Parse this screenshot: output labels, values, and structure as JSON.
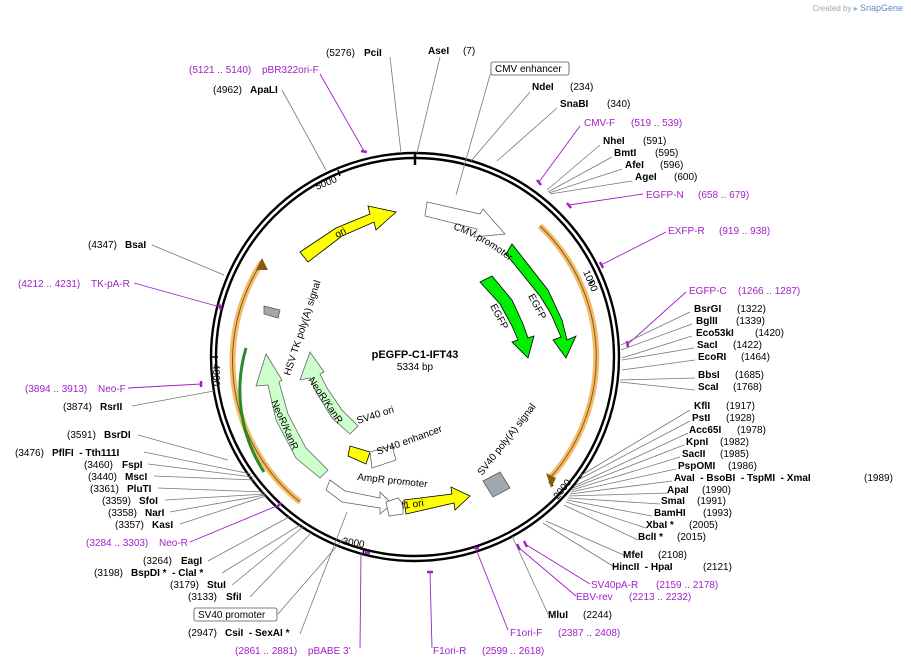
{
  "brand": {
    "created_by": "Created by",
    "name": "SnapGene"
  },
  "plasmid": {
    "name": "pEGFP-C1-IFT43",
    "size_label": "5334 bp",
    "length": 5334
  },
  "ruler_ticks": [
    {
      "label": "1000",
      "pos": 1000
    },
    {
      "label": "2000",
      "pos": 2000
    },
    {
      "label": "3000",
      "pos": 3000
    },
    {
      "label": "4000",
      "pos": 4000
    },
    {
      "label": "5000",
      "pos": 5000
    }
  ],
  "features": [
    {
      "name": "CMV enhancer",
      "text": "CMV enhancer"
    },
    {
      "name": "CMV promoter",
      "text": "CMV promoter"
    },
    {
      "name": "EGFP",
      "text": "EGFP"
    },
    {
      "name": "EGFP-inner",
      "text": "EGFP"
    },
    {
      "name": "SV40 poly(A) signal",
      "text": "SV40 poly(A) signal"
    },
    {
      "name": "f1 ori",
      "text": "f1 ori"
    },
    {
      "name": "AmpR promoter",
      "text": "AmpR promoter"
    },
    {
      "name": "SV40 enhancer",
      "text": "SV40 enhancer"
    },
    {
      "name": "SV40 ori",
      "text": "SV40 ori"
    },
    {
      "name": "NeoR/KanR",
      "text": "NeoR/KanR"
    },
    {
      "name": "NeoR/KanR-inner",
      "text": "NeoR/KanR"
    },
    {
      "name": "HSV TK poly(A) signal",
      "text": "HSV TK poly(A) signal"
    },
    {
      "name": "ori",
      "text": "ori"
    },
    {
      "name": "SV40 promoter",
      "text": "SV40 promoter"
    }
  ],
  "labels": [
    {
      "pos": "(5276)",
      "name": "PciI",
      "type": "enzyme"
    },
    {
      "pos": "(7)",
      "name": "AseI",
      "type": "enzyme"
    },
    {
      "pos": "",
      "name": "CMV enhancer",
      "type": "feature"
    },
    {
      "pos": "(234)",
      "name": "NdeI",
      "type": "enzyme"
    },
    {
      "pos": "(340)",
      "name": "SnaBI",
      "type": "enzyme"
    },
    {
      "pos": "(519 .. 539)",
      "name": "CMV-F",
      "type": "primer"
    },
    {
      "pos": "(591)",
      "name": "NheI",
      "type": "enzyme"
    },
    {
      "pos": "(595)",
      "name": "BmtI",
      "type": "enzyme"
    },
    {
      "pos": "(596)",
      "name": "AfeI",
      "type": "enzyme"
    },
    {
      "pos": "(600)",
      "name": "AgeI",
      "type": "enzyme"
    },
    {
      "pos": "(658 .. 679)",
      "name": "EGFP-N",
      "type": "primer"
    },
    {
      "pos": "(919 .. 938)",
      "name": "EXFP-R",
      "type": "primer"
    },
    {
      "pos": "(1266 .. 1287)",
      "name": "EGFP-C",
      "type": "primer"
    },
    {
      "pos": "(1322)",
      "name": "BsrGI",
      "type": "enzyme"
    },
    {
      "pos": "(1339)",
      "name": "BglII",
      "type": "enzyme"
    },
    {
      "pos": "(1420)",
      "name": "Eco53kI",
      "type": "enzyme"
    },
    {
      "pos": "(1422)",
      "name": "SacI",
      "type": "enzyme"
    },
    {
      "pos": "(1464)",
      "name": "EcoRI",
      "type": "enzyme"
    },
    {
      "pos": "(1685)",
      "name": "BbsI",
      "type": "enzyme"
    },
    {
      "pos": "(1768)",
      "name": "ScaI",
      "type": "enzyme"
    },
    {
      "pos": "(1917)",
      "name": "KflI",
      "type": "enzyme"
    },
    {
      "pos": "(1928)",
      "name": "PstI",
      "type": "enzyme"
    },
    {
      "pos": "(1978)",
      "name": "Acc65I",
      "type": "enzyme"
    },
    {
      "pos": "(1982)",
      "name": "KpnI",
      "type": "enzyme"
    },
    {
      "pos": "(1985)",
      "name": "SacII",
      "type": "enzyme"
    },
    {
      "pos": "(1986)",
      "name": "PspOMI",
      "type": "enzyme"
    },
    {
      "pos": "(1989)",
      "name": "AvaI  - BsoBI  - TspMI  - XmaI",
      "type": "enzyme"
    },
    {
      "pos": "(1990)",
      "name": "ApaI",
      "type": "enzyme"
    },
    {
      "pos": "(1991)",
      "name": "SmaI",
      "type": "enzyme"
    },
    {
      "pos": "(1993)",
      "name": "BamHI",
      "type": "enzyme"
    },
    {
      "pos": "(2005)",
      "name": "XbaI *",
      "type": "enzyme"
    },
    {
      "pos": "(2015)",
      "name": "BclI *",
      "type": "enzyme"
    },
    {
      "pos": "(2108)",
      "name": "MfeI",
      "type": "enzyme"
    },
    {
      "pos": "(2121)",
      "name": "HincII  - HpaI",
      "type": "enzyme"
    },
    {
      "pos": "(2159 .. 2178)",
      "name": "SV40pA-R",
      "type": "primer"
    },
    {
      "pos": "(2213 .. 2232)",
      "name": "EBV-rev",
      "type": "primer"
    },
    {
      "pos": "(2244)",
      "name": "MluI",
      "type": "enzyme"
    },
    {
      "pos": "(2387 .. 2408)",
      "name": "F1ori-F",
      "type": "primer"
    },
    {
      "pos": "(2599 .. 2618)",
      "name": "F1ori-R",
      "type": "primer"
    },
    {
      "pos": "(2861 .. 2881)",
      "name": "pBABE 3'",
      "type": "primer"
    },
    {
      "pos": "(2947)",
      "name": "CsiI  - SexAI *",
      "type": "enzyme"
    },
    {
      "pos": "",
      "name": "SV40 promoter",
      "type": "feature"
    },
    {
      "pos": "(3133)",
      "name": "SfiI",
      "type": "enzyme"
    },
    {
      "pos": "(3179)",
      "name": "StuI",
      "type": "enzyme"
    },
    {
      "pos": "(3198)",
      "name": "BspDI *  - ClaI *",
      "type": "enzyme"
    },
    {
      "pos": "(3264)",
      "name": "EagI",
      "type": "enzyme"
    },
    {
      "pos": "(3284 .. 3303)",
      "name": "Neo-R",
      "type": "primer"
    },
    {
      "pos": "(3357)",
      "name": "KasI",
      "type": "enzyme"
    },
    {
      "pos": "(3358)",
      "name": "NarI",
      "type": "enzyme"
    },
    {
      "pos": "(3359)",
      "name": "SfoI",
      "type": "enzyme"
    },
    {
      "pos": "(3361)",
      "name": "PluTI",
      "type": "enzyme"
    },
    {
      "pos": "(3440)",
      "name": "MscI",
      "type": "enzyme"
    },
    {
      "pos": "(3460)",
      "name": "FspI",
      "type": "enzyme"
    },
    {
      "pos": "(3476)",
      "name": "PflFI  - Tth111I",
      "type": "enzyme"
    },
    {
      "pos": "(3591)",
      "name": "BsrDI",
      "type": "enzyme"
    },
    {
      "pos": "(3874)",
      "name": "RsrII",
      "type": "enzyme"
    },
    {
      "pos": "(3894 .. 3913)",
      "name": "Neo-F",
      "type": "primer"
    },
    {
      "pos": "(4212 .. 4231)",
      "name": "TK-pA-R",
      "type": "primer"
    },
    {
      "pos": "(4347)",
      "name": "BsaI",
      "type": "enzyme"
    },
    {
      "pos": "(4962)",
      "name": "ApaLI",
      "type": "enzyme"
    },
    {
      "pos": "(5121 .. 5140)",
      "name": "pBR322ori-F",
      "type": "primer"
    }
  ],
  "colors": {
    "backbone": "#000000",
    "primer": "#a020c8",
    "feature_yellow": "#ffff00",
    "feature_green": "#00ee00",
    "feature_lightgreen": "#ccffcc",
    "feature_white": "#ffffff",
    "feature_gray": "#a0a8b0",
    "orf_orange": "#f0b050",
    "leader_gray": "#777777"
  }
}
